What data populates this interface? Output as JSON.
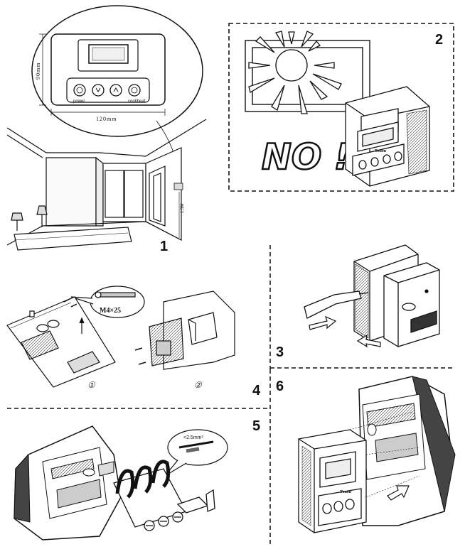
{
  "steps": {
    "s1": "1",
    "s2": "2",
    "s3": "3",
    "s4": "4",
    "s5": "5",
    "s6": "6"
  },
  "thermostat": {
    "power_label": "power",
    "coolheat_label": "cool/heat",
    "width_dim": "120mm",
    "height_dim": "90mm"
  },
  "install_height": "1.5M",
  "warning_text": "NO !",
  "screw_label": "M4×25",
  "substep_1": "①",
  "substep_2": "②",
  "wire_gauge": "<2.5mm²",
  "brand_text": "Tonon"
}
